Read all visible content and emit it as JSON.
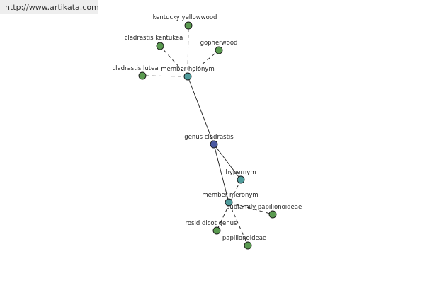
{
  "watermark": "http://www.artikata.com",
  "colors": {
    "term": "#5a9a50",
    "relation": "#4f9c9c",
    "center": "#4a58a0",
    "stroke": "#1a1a1a"
  },
  "nodes": [
    {
      "id": "n-kentucky",
      "label": "kentucky yellowwood",
      "kind": "term"
    },
    {
      "id": "n-kentukea",
      "label": "cladrastis kentukea",
      "kind": "term"
    },
    {
      "id": "n-gopher",
      "label": "gopherwood",
      "kind": "term"
    },
    {
      "id": "n-lutea",
      "label": "cladrastis lutea",
      "kind": "term"
    },
    {
      "id": "n-holonym",
      "label": "member holonym",
      "kind": "relation"
    },
    {
      "id": "n-genus",
      "label": "genus cladrastis",
      "kind": "center"
    },
    {
      "id": "n-hypernym",
      "label": "hypernym",
      "kind": "relation"
    },
    {
      "id": "n-meronym",
      "label": "member meronym",
      "kind": "relation"
    },
    {
      "id": "n-subfamily",
      "label": "subfamily papilionoideae",
      "kind": "term"
    },
    {
      "id": "n-rosid",
      "label": "rosid dicot genus",
      "kind": "term"
    },
    {
      "id": "n-papil",
      "label": "papilionoideae",
      "kind": "term"
    }
  ],
  "edges": [
    {
      "from": "n-genus",
      "to": "n-holonym",
      "style": "solid"
    },
    {
      "from": "n-genus",
      "to": "n-hypernym",
      "style": "solid"
    },
    {
      "from": "n-genus",
      "to": "n-meronym",
      "style": "solid"
    },
    {
      "from": "n-holonym",
      "to": "n-kentucky",
      "style": "dashed"
    },
    {
      "from": "n-holonym",
      "to": "n-kentukea",
      "style": "dashed"
    },
    {
      "from": "n-holonym",
      "to": "n-gopher",
      "style": "dashed"
    },
    {
      "from": "n-holonym",
      "to": "n-lutea",
      "style": "dashed"
    },
    {
      "from": "n-hypernym",
      "to": "n-rosid",
      "style": "dashed"
    },
    {
      "from": "n-meronym",
      "to": "n-subfamily",
      "style": "dashed"
    },
    {
      "from": "n-meronym",
      "to": "n-papil",
      "style": "dashed"
    }
  ]
}
